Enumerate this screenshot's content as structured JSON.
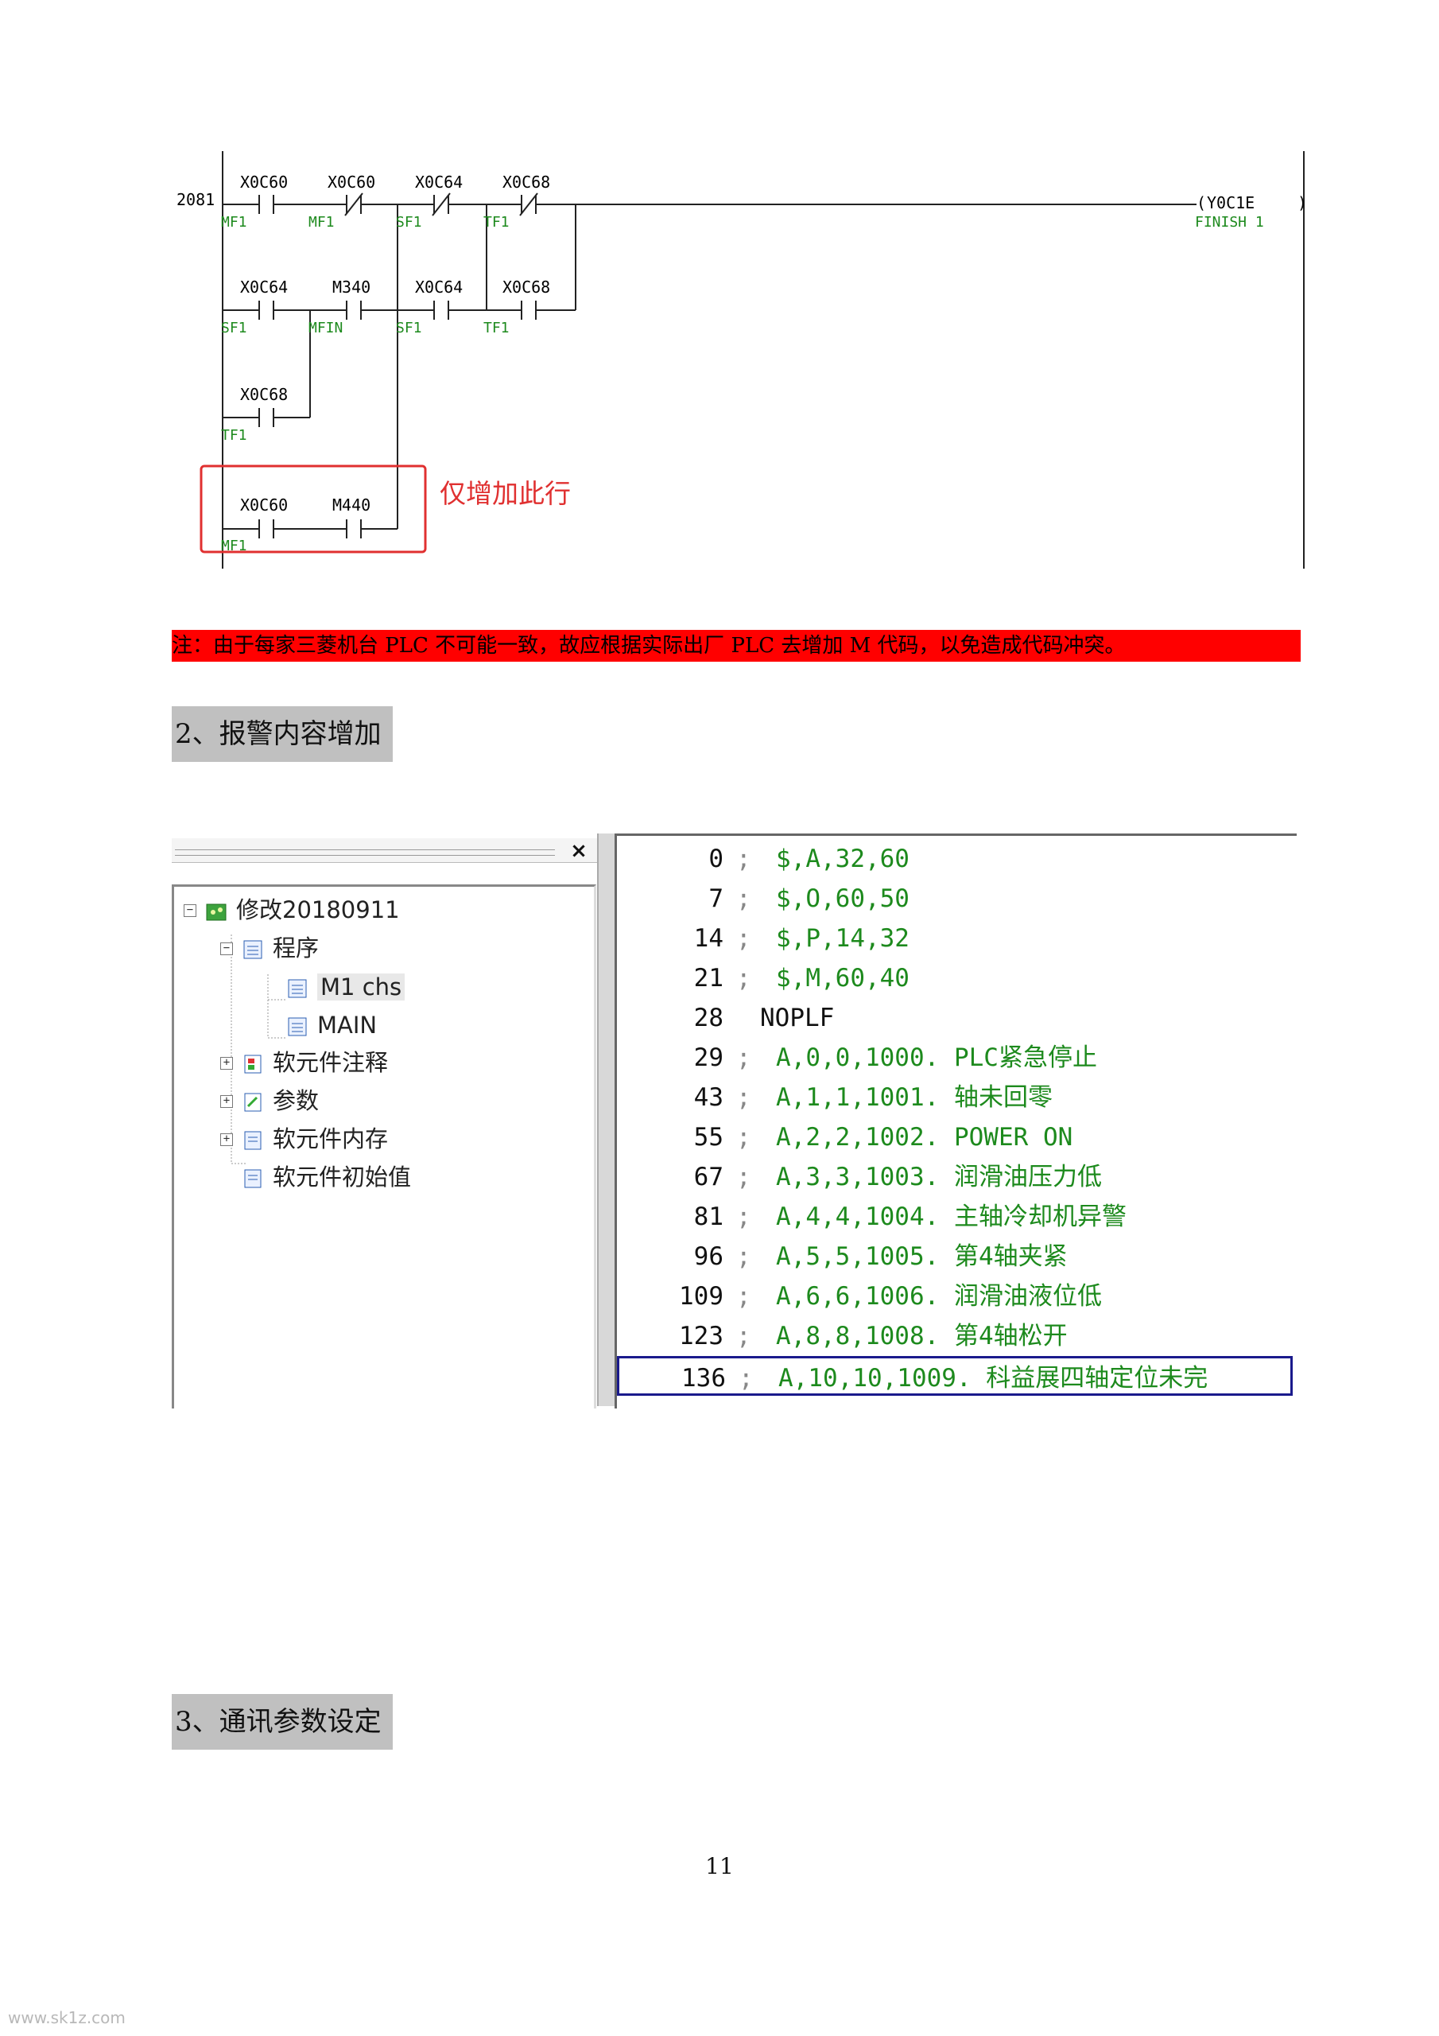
{
  "ladder": {
    "step_number": "2081",
    "rungs": [
      [
        {
          "device": "X0C60",
          "comment": "MF1",
          "type": "NO"
        },
        {
          "device": "X0C60",
          "comment": "MF1",
          "type": "NC"
        },
        {
          "device": "X0C64",
          "comment": "SF1",
          "type": "NC"
        },
        {
          "device": "X0C68",
          "comment": "TF1",
          "type": "NC"
        }
      ],
      [
        {
          "device": "X0C64",
          "comment": "SF1",
          "type": "NO"
        },
        {
          "device": "M340",
          "comment": "MFIN",
          "type": "NO"
        },
        {
          "device": "X0C64",
          "comment": "SF1",
          "type": "NO"
        },
        {
          "device": "X0C68",
          "comment": "TF1",
          "type": "NO"
        }
      ],
      [
        {
          "device": "X0C68",
          "comment": "TF1",
          "type": "NO"
        }
      ],
      [
        {
          "device": "X0C60",
          "comment": "MF1",
          "type": "NO"
        },
        {
          "device": "M440",
          "comment": "",
          "type": "NO"
        }
      ]
    ],
    "coil": {
      "device": "Y0C1E",
      "comment": "FINISH 1"
    },
    "annotation": "仅增加此行",
    "annotation_color": "#e03030"
  },
  "note": "注：由于每家三菱机台 PLC 不可能一致，故应根据实际出厂 PLC 去增加 M 代码，以免造成代码冲突。",
  "section2_title": "2、报警内容增加",
  "section3_title": "3、通讯参数设定",
  "screenshot": {
    "close_symbol": "×",
    "tree": [
      {
        "label": "修改20180911",
        "icon": "project-icon",
        "expander": "−"
      },
      {
        "label": "程序",
        "icon": "program-folder-icon",
        "expander": "−"
      },
      {
        "label": "M1 chs",
        "icon": "ladder-file-icon",
        "expander": "",
        "selected": true
      },
      {
        "label": "MAIN",
        "icon": "ladder-file-icon",
        "expander": ""
      },
      {
        "label": "软元件注释",
        "icon": "comment-icon",
        "expander": "+"
      },
      {
        "label": "参数",
        "icon": "parameter-icon",
        "expander": "+"
      },
      {
        "label": "软元件内存",
        "icon": "device-memory-icon",
        "expander": "+"
      },
      {
        "label": "软元件初始值",
        "icon": "device-init-icon",
        "expander": ""
      }
    ],
    "code_lines": [
      {
        "ln": "0",
        "semi": ";",
        "stmt": "$,A,32,60"
      },
      {
        "ln": "7",
        "semi": ";",
        "stmt": "$,O,60,50"
      },
      {
        "ln": "14",
        "semi": ";",
        "stmt": "$,P,14,32"
      },
      {
        "ln": "21",
        "semi": ";",
        "stmt": "$,M,60,40"
      },
      {
        "ln": "28",
        "semi": "",
        "stmt": "NOPLF"
      },
      {
        "ln": "29",
        "semi": ";",
        "stmt": "A,0,0,1000. PLC紧急停止"
      },
      {
        "ln": "43",
        "semi": ";",
        "stmt": "A,1,1,1001. 轴未回零"
      },
      {
        "ln": "55",
        "semi": ";",
        "stmt": "A,2,2,1002. POWER ON"
      },
      {
        "ln": "67",
        "semi": ";",
        "stmt": "A,3,3,1003. 润滑油压力低"
      },
      {
        "ln": "81",
        "semi": ";",
        "stmt": "A,4,4,1004. 主轴冷却机异警"
      },
      {
        "ln": "96",
        "semi": ";",
        "stmt": "A,5,5,1005. 第4轴夹紧"
      },
      {
        "ln": "109",
        "semi": ";",
        "stmt": "A,6,6,1006. 润滑油液位低"
      },
      {
        "ln": "123",
        "semi": ";",
        "stmt": "A,8,8,1008. 第4轴松开"
      },
      {
        "ln": "136",
        "semi": ";",
        "stmt": "A,10,10,1009. 科益展四轴定位未完"
      }
    ],
    "statement_color": "#1d8a1d",
    "selection_color": "#1a1a8c"
  },
  "page_number": "11",
  "watermark": "www.sk1z.com"
}
